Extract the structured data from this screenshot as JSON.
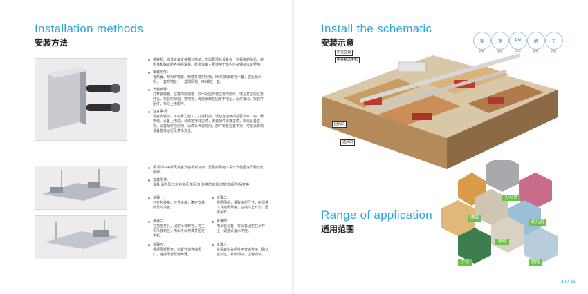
{
  "left": {
    "title_en": "Installation methods",
    "title_cn": "安装方法",
    "notes": [
      {
        "title": "",
        "text": "做好机、组式设备安装相对简单。但需要那对设备有一定程度的熟悉。装阿准和确识新各种逐漏系。此类设备主要适用于室内环境保持以设便用。"
      },
      {
        "title": "安装附件：",
        "text": "铺热器、两相穿墙管、两墙外墙附阴帽，M6的膨胀螺栓一套，正压新风机，一套穿墙管，一套附阴帽，M6螺栓一套。"
      },
      {
        "title": "安装步骤：",
        "text": "打开装装箱，在墙内部接墙、取出对应安装位置的部件，墙上打应的位置开孔，安装附阴帽、穿墙管，再膨胀螺栓固定于墙上，配件接洽，安装件固件，布线上电即可。"
      },
      {
        "title": "注意事项：",
        "text": "设备安装前，不可暴力施工。打墙孔前，请检查墙体内是否有水、电、暖管线。设备上电前，请确定接线正确，安装配件链接正确，新风设备正常。设备配件前说明，请确认气流方向，部件安装位置不对，可能会影响设备整体运行及寿命安全。"
      }
    ],
    "notes2": [
      {
        "title": "",
        "text": "吊顶式中央新风设备安装相对复杂，需要按照施工设计安装图进行组成化操作。"
      },
      {
        "title": "安装附件：",
        "text": "设备|消声风口|消声静压箱|风管|外墙防雨罩|过墙管|阀件|吊杆等"
      }
    ],
    "steps": [
      {
        "title": "步骤一：",
        "text": "打开包装箱，检查设备，确定安装所需的设备。"
      },
      {
        "title": "步骤二：",
        "text": "根据图纸，量取房屋尺寸，用测量工具按照规格，在墙体上开孔，固定吊杆。"
      },
      {
        "title": "步骤三：",
        "text": "在顶部打孔，固定吊装螺栓，将主机吊装到位，用水平仪校准并固定主机。"
      },
      {
        "title": "步骤四：",
        "text": "用吊装设备，将设备固定在吊杆上，调整设备水平度。"
      },
      {
        "title": "步骤五：",
        "text": "根据图纸预开，布置管道连接风口，连接风管及消声器。"
      },
      {
        "title": "步骤六：",
        "text": "将设备和各组件用管道连接，确认密封性，系统调试，上电测试。"
      }
    ]
  },
  "right": {
    "title_en": "Install the schematic",
    "title_cn": "安装示意",
    "certs": [
      {
        "icon": "家",
        "label": "安装"
      },
      {
        "icon": "净",
        "label": "除菌"
      },
      {
        "icon": "PM",
        "label": ">99%"
      },
      {
        "icon": "静",
        "label": "静音"
      },
      {
        "icon": "节",
        "label": "节能"
      }
    ],
    "house_labels": [
      "中央空调",
      "中央新风主机",
      "回风口",
      "送风口"
    ],
    "range_en": "Range of application",
    "range_cn": "适用范围",
    "hex_labels": [
      "办公室",
      "酒店",
      "幼儿园",
      "家庭",
      "学校",
      "医院"
    ],
    "page_number": "30 / 31"
  }
}
